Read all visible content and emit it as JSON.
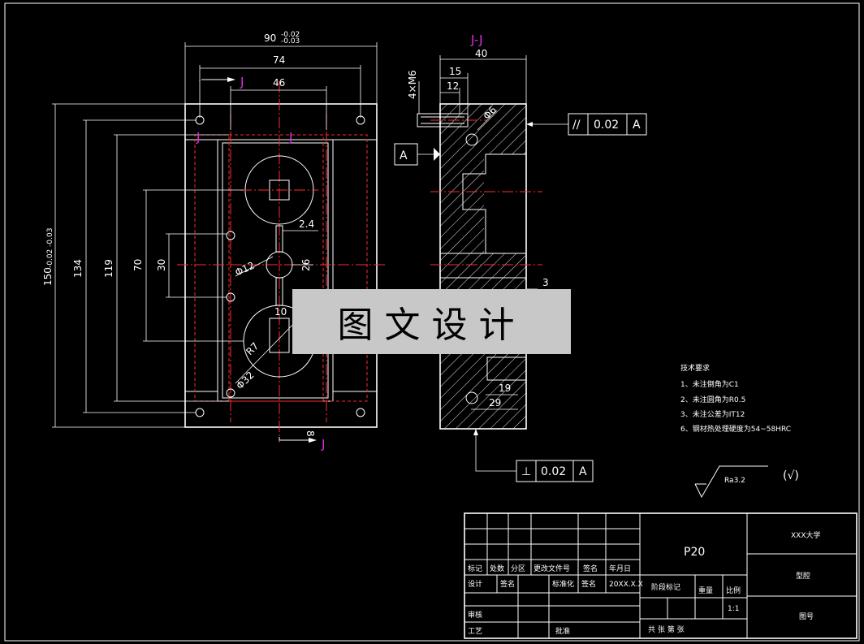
{
  "dimensions": {
    "width_90": "90",
    "tol_90_upper": "-0.02",
    "tol_90_lower": "-0.03",
    "width_74": "74",
    "width_46": "46",
    "height_150": "150",
    "tol_150": "-0.02\n-0.03",
    "height_134": "134",
    "height_119": "119",
    "height_70": "70",
    "height_30": "30",
    "d_2_4": "2.4",
    "phi12": "Φ12",
    "d_26": "26",
    "d_10": "10",
    "r7": "R7",
    "phi32": "Φ32",
    "d_8": "8",
    "sec_40": "40",
    "sec_15": "15",
    "sec_12": "12",
    "thread": "4×M6",
    "phi6": "Φ6",
    "d_3": "3",
    "d_19": "19",
    "d_29": "29"
  },
  "section": {
    "title": "J-J",
    "cut_label": "J"
  },
  "tolerances": {
    "parallel": {
      "symbol": "//",
      "value": "0.02",
      "datum": "A"
    },
    "perpendicular": {
      "symbol": "⊥",
      "value": "0.02",
      "datum": "A"
    },
    "datum_label": "A"
  },
  "notes": {
    "title": "技术要求",
    "items": [
      "1、未注倒角为C1",
      "2、未注圆角为R0.5",
      "3、未注公差为IT12",
      "6、钢材热处理硬度为54~58HRC"
    ]
  },
  "roughness": {
    "value": "Ra3.2",
    "other": "(√)"
  },
  "watermark": "图文设计",
  "title_block": {
    "part_name": "P20",
    "school": "XXX大学",
    "drawing_name": "型腔",
    "drawing_no": "图号",
    "scale": "1:1",
    "row_labels": [
      "标记",
      "处数",
      "分区",
      "更改文件号",
      "签名",
      "年月日"
    ],
    "design": "设计",
    "standardize": "标准化",
    "sign": "签名",
    "date_sample": "20XX.X.X",
    "stage_mark": "阶段标记",
    "weight": "重量",
    "scale_label": "比例",
    "check": "审核",
    "process": "工艺",
    "approve": "批准",
    "sheets": "共  张 第  张"
  },
  "colors": {
    "background": "#000000",
    "line": "#ffffff",
    "center": "#ff2a2a",
    "label": "#e030e0"
  }
}
